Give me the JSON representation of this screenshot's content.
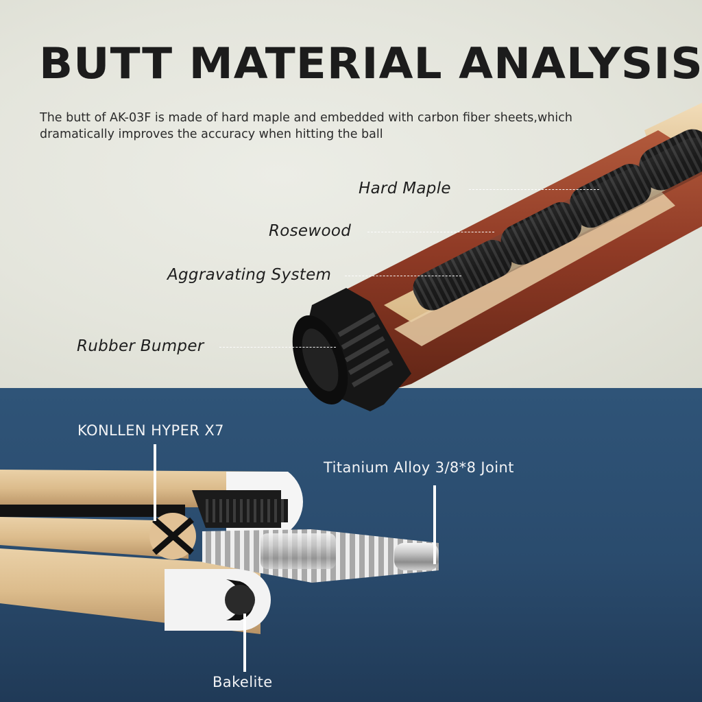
{
  "title": "BUTT MATERIAL ANALYSIS",
  "description": "The butt of AK-03F is made of hard maple and embedded with carbon fiber sheets,which dramatically improves the accuracy when hitting the ball",
  "top_labels": {
    "hard_maple": "Hard Maple",
    "rosewood": "Rosewood",
    "aggravating_system": "Aggravating System",
    "rubber_bumper": "Rubber Bumper"
  },
  "bottom_labels": {
    "shaft_tech": "KONLLEN HYPER X7",
    "joint": "Titanium Alloy 3/8*8 Joint",
    "bakelite": "Bakelite"
  },
  "colors": {
    "top_background": "#e4e5db",
    "bottom_background": "#2a4b6d",
    "rosewood": "#8a3a24",
    "maple": "#e3c9a0",
    "title_text": "#1c1c1c"
  }
}
